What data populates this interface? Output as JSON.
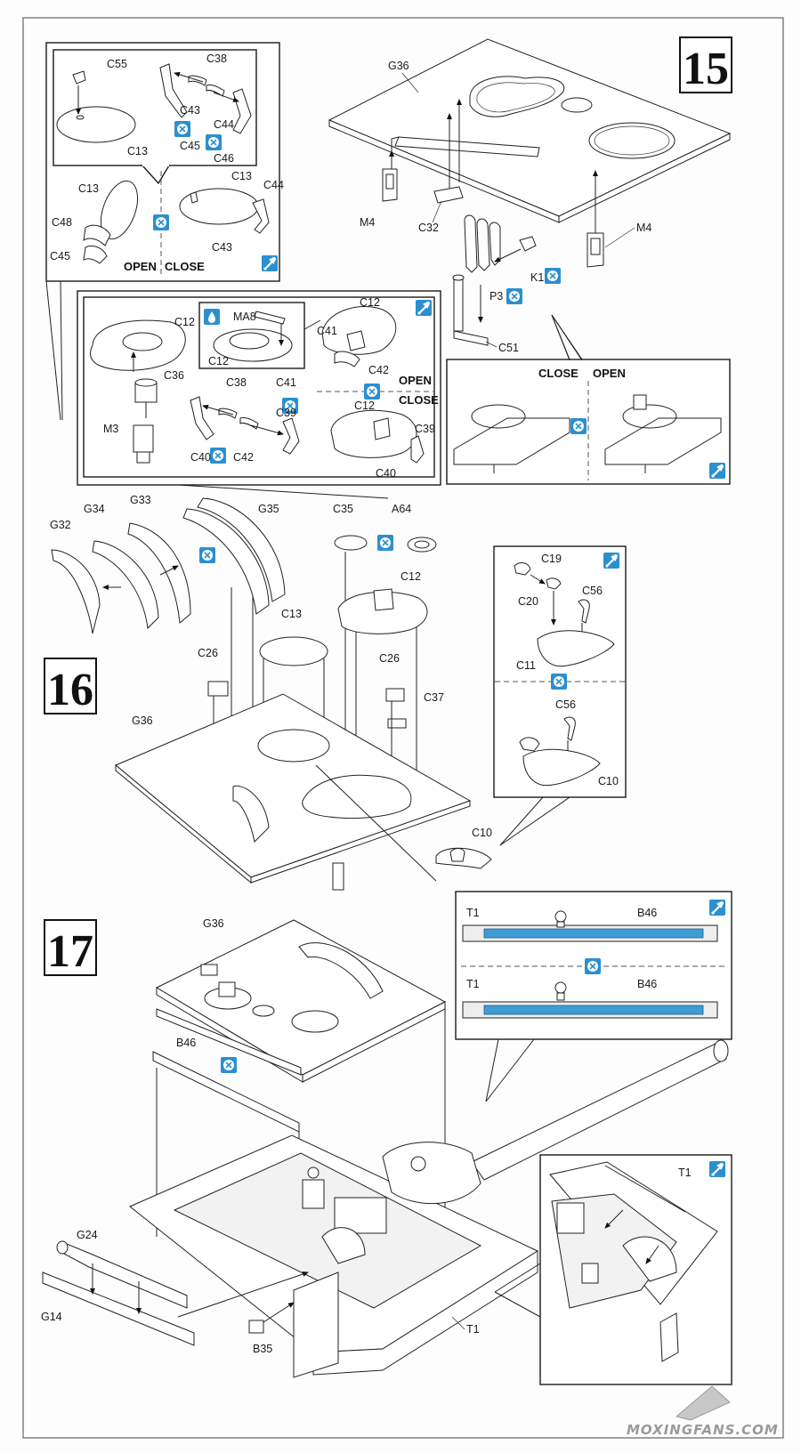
{
  "steps": [
    "15",
    "16",
    "17"
  ],
  "colors": {
    "accent_blue": "#2b8fd0",
    "line": "#222222",
    "highlight_part": "#3f9bd3"
  },
  "icons": [
    "alternate-parts-icon",
    "paint-drop-icon",
    "cement-glue-icon"
  ],
  "step15": {
    "labels": {
      "g36": "G36",
      "m4_left": "M4",
      "m4_right": "M4",
      "c32": "C32",
      "p3": "P3",
      "k1": "K1",
      "c51": "C51"
    },
    "inset_open_close": {
      "close": "CLOSE",
      "open": "OPEN"
    }
  },
  "inset_c13": {
    "labels": {
      "c55": "C55",
      "c38": "C38",
      "c43": "C43",
      "c45": "C45",
      "c44": "C44",
      "c46": "C46",
      "c13_top": "C13",
      "c13_left": "C13",
      "c13_right": "C13",
      "c48": "C48",
      "c45_b": "C45",
      "c44_b": "C44",
      "c43_b": "C43"
    },
    "open": "OPEN",
    "close": "CLOSE"
  },
  "inset_c12": {
    "labels": {
      "c12_a": "C12",
      "ma8": "MA8",
      "c12_b": "C12",
      "c12_c": "C12",
      "c41": "C41",
      "c42": "C42",
      "c36": "C36",
      "m3": "M3",
      "c38": "C38",
      "c41_b": "C41",
      "c39": "C39",
      "c40": "C40",
      "c42_b": "C42",
      "c12_d": "C12",
      "c39_b": "C39",
      "c40_b": "C40"
    },
    "open": "OPEN",
    "close": "CLOSE"
  },
  "step16": {
    "labels": {
      "g32": "G32",
      "g34": "G34",
      "g33": "G33",
      "g35": "G35",
      "c35": "C35",
      "a64": "A64",
      "c12": "C12",
      "c13": "C13",
      "c26_left": "C26",
      "c26_right": "C26",
      "c37": "C37",
      "g36": "G36",
      "c10": "C10"
    }
  },
  "inset_c11": {
    "labels": {
      "c19": "C19",
      "c20": "C20",
      "c56": "C56",
      "c11": "C11",
      "c56_b": "C56",
      "c10": "C10"
    }
  },
  "step17": {
    "labels": {
      "g36": "G36",
      "b46": "B46",
      "g24": "G24",
      "g14": "G14",
      "b35": "B35",
      "t1": "T1"
    }
  },
  "inset_b46": {
    "labels": {
      "t1_a": "T1",
      "b46_a": "B46",
      "t1_b": "T1",
      "b46_b": "B46"
    }
  },
  "inset_t1": {
    "labels": {
      "t1": "T1"
    }
  },
  "watermark": "MOXINGFANS.COM"
}
